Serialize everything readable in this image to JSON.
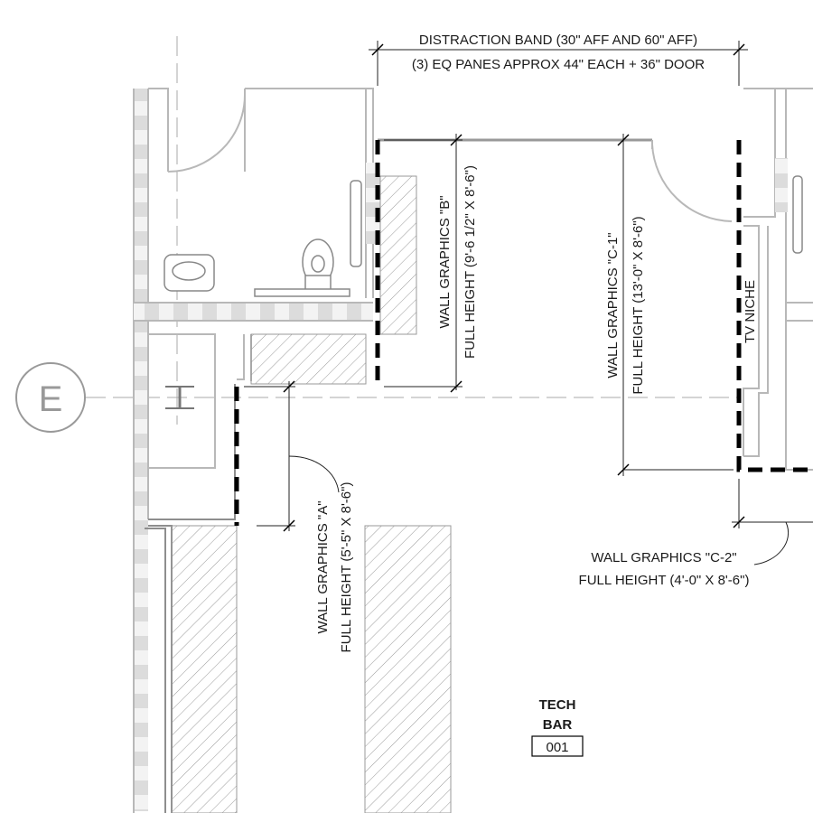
{
  "grid_bubble": {
    "label": "E"
  },
  "dimension_top": {
    "line1": "DISTRACTION BAND (30\" AFF AND 60\" AFF)",
    "line2": "(3) EQ PANES APPROX 44\" EACH + 36\" DOOR"
  },
  "wall_graphics_b": {
    "line1": "WALL GRAPHICS \"B\"",
    "line2": "FULL HEIGHT (9'-6 1/2\" X 8'-6\")"
  },
  "wall_graphics_c1": {
    "line1": "WALL GRAPHICS \"C-1\"",
    "line2": "FULL HEIGHT (13'-0\" X 8'-6\")"
  },
  "tv_niche": {
    "label": "TV NICHE"
  },
  "wall_graphics_c2": {
    "line1": "WALL GRAPHICS \"C-2\"",
    "line2": "FULL HEIGHT (4'-0\" X 8'-6\")"
  },
  "wall_graphics_a": {
    "line1": "WALL GRAPHICS \"A\"",
    "line2": "FULL HEIGHT (5'-5\" X 8'-6\")"
  },
  "room_tag": {
    "name_line1": "TECH",
    "name_line2": "BAR",
    "number": "001"
  }
}
